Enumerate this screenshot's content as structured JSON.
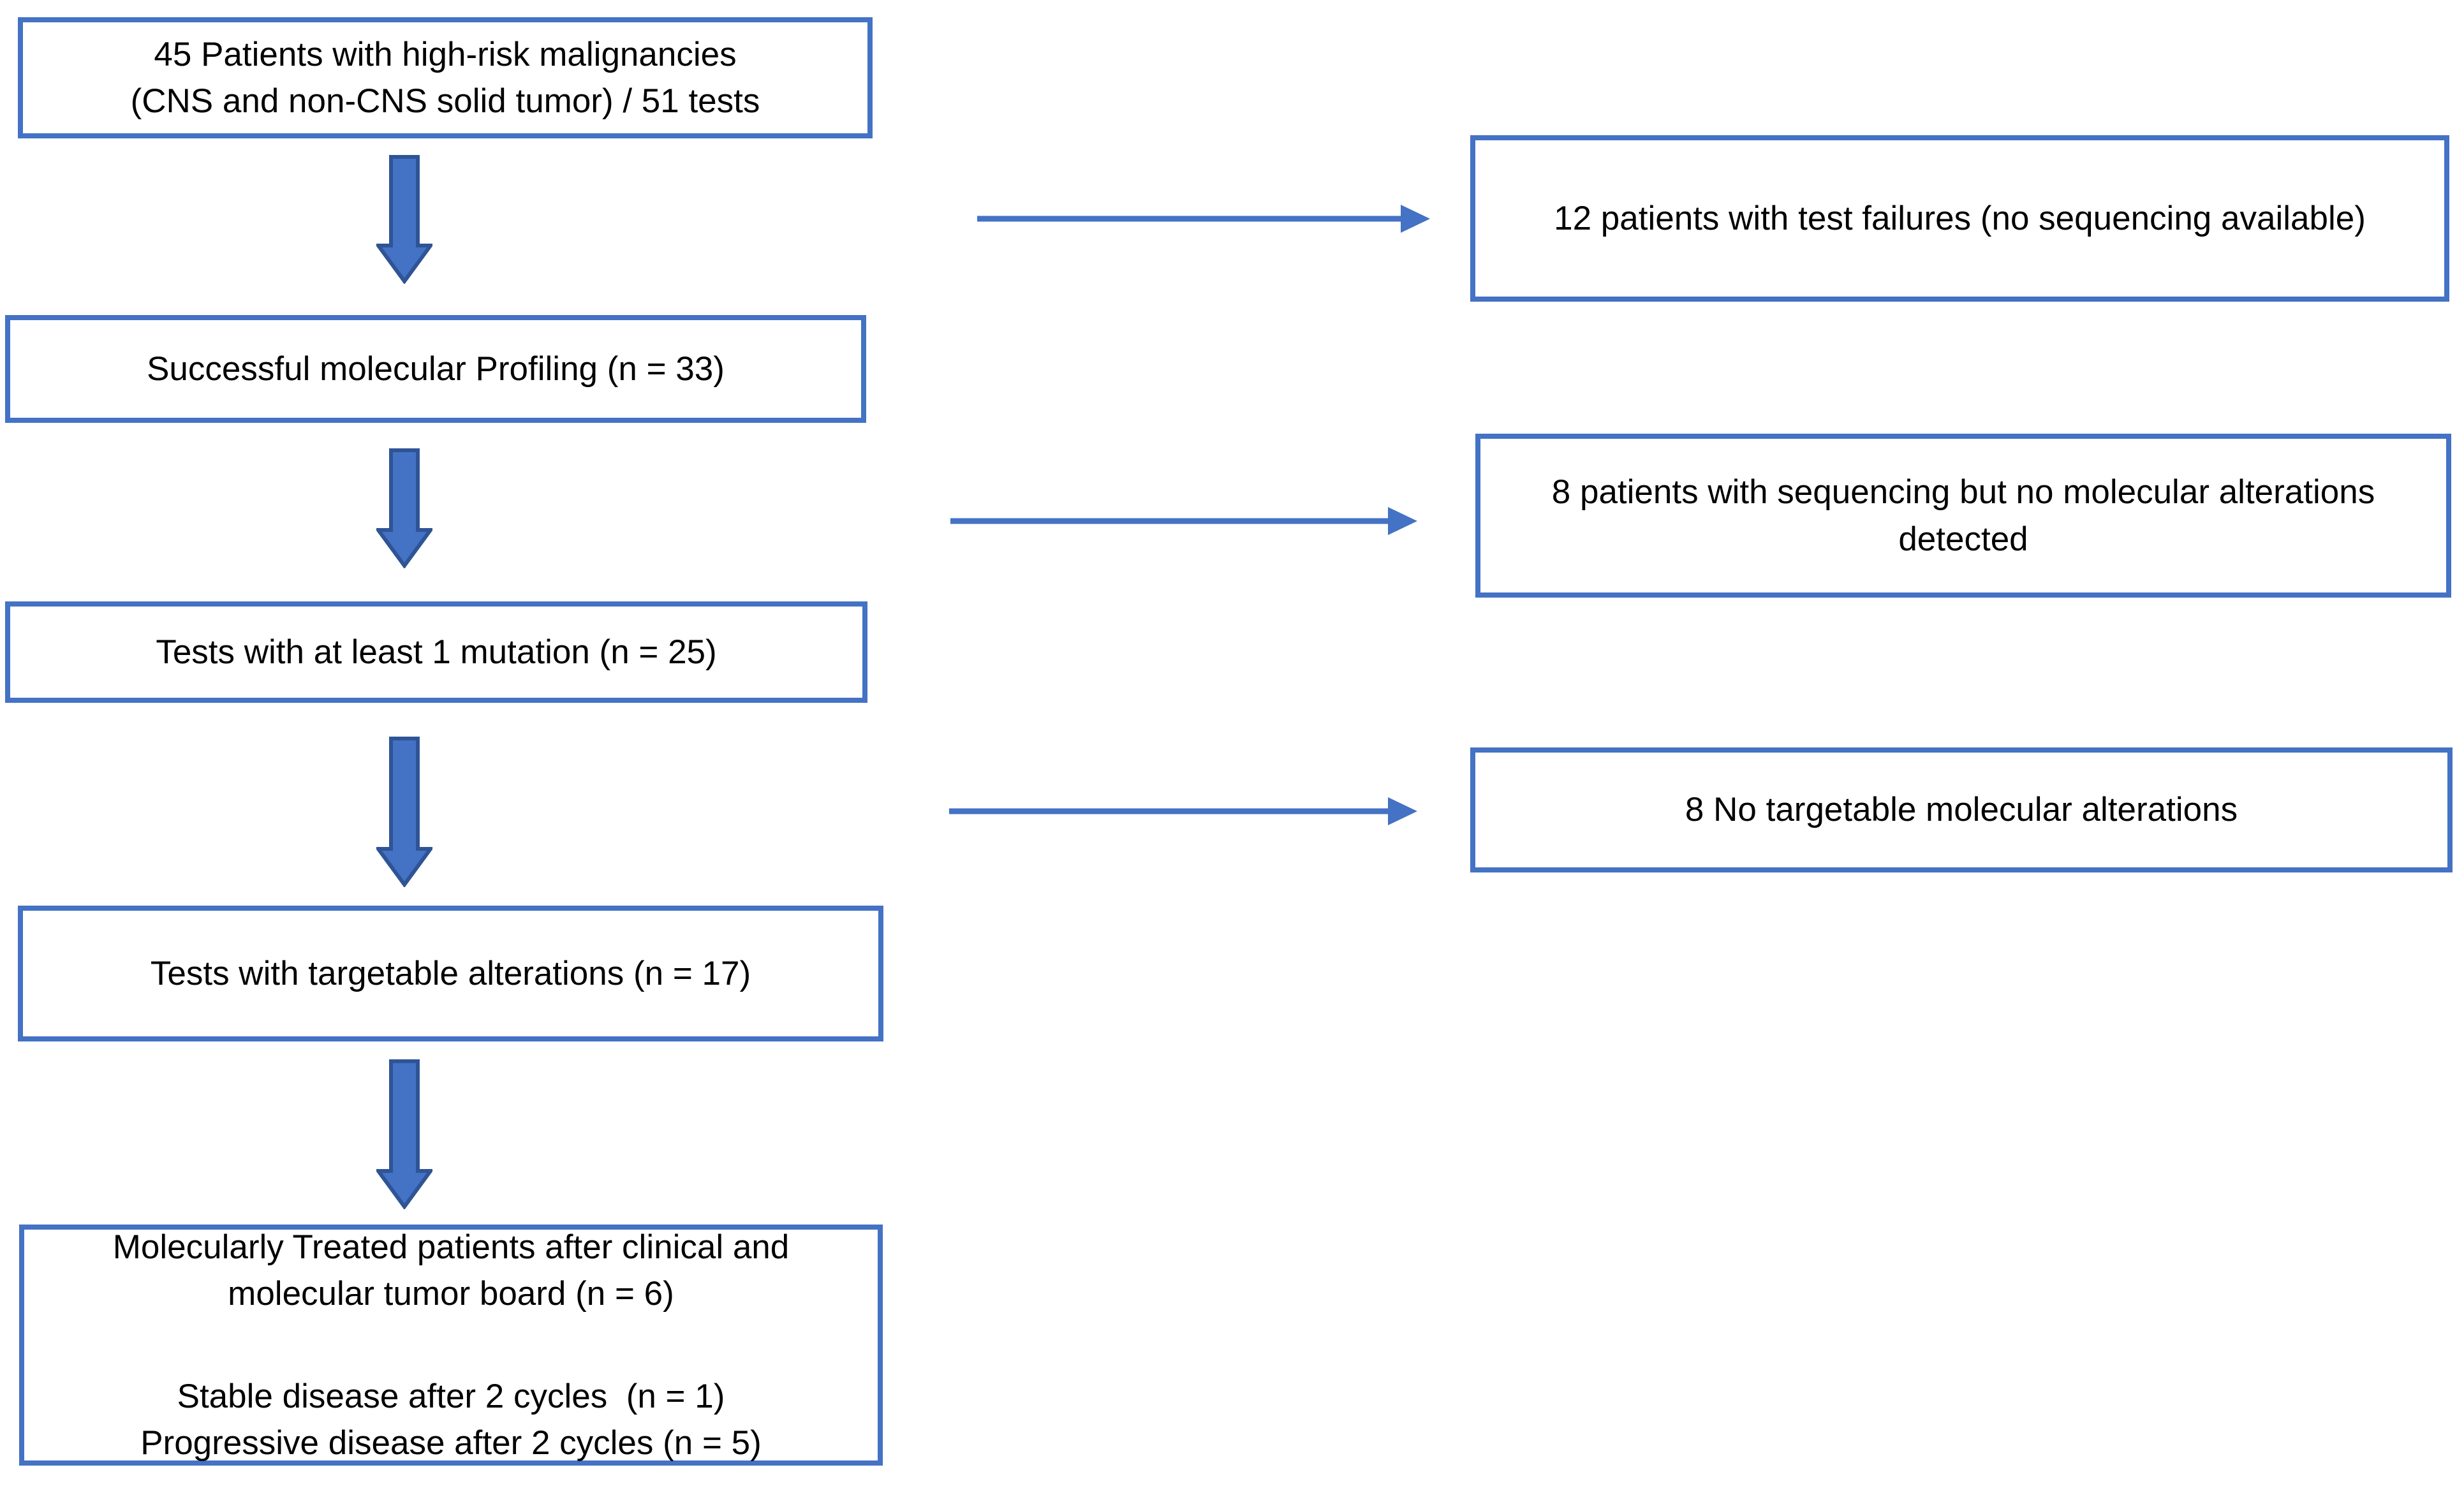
{
  "diagram": {
    "type": "flowchart",
    "colors": {
      "box_border": "#4472C4",
      "block_arrow_fill": "#4472C4",
      "block_arrow_outline": "#2F5496",
      "line_arrow": "#4472C4",
      "text": "#000000",
      "background": "#FFFFFF"
    },
    "left_column": [
      {
        "id": "patients",
        "lines": [
          "45 Patients with high-risk malignancies",
          "(CNS and non-CNS solid tumor) / 51 tests"
        ]
      },
      {
        "id": "successful-profiling",
        "lines": [
          "Successful molecular Profiling (n = 33)"
        ]
      },
      {
        "id": "tests-at-least-1-mutation",
        "lines": [
          "Tests with at least 1 mutation (n = 25)"
        ]
      },
      {
        "id": "tests-targetable-alterations",
        "lines": [
          "Tests with targetable alterations (n = 17)"
        ]
      },
      {
        "id": "molecularly-treated",
        "lines": [
          "Molecularly Treated patients after clinical and",
          "molecular tumor board (n = 6)",
          "Stable disease after 2 cycles  (n = 1)",
          "Progressive disease after 2 cycles (n = 5)"
        ]
      }
    ],
    "right_column": [
      {
        "id": "test-failures",
        "lines": [
          "12 patients with test failures (no sequencing available)"
        ]
      },
      {
        "id": "no-molecular-alterations",
        "lines": [
          "8 patients with sequencing but no molecular alterations",
          "detected"
        ]
      },
      {
        "id": "no-targetable-alterations",
        "lines": [
          "8 No targetable molecular alterations"
        ]
      }
    ]
  }
}
